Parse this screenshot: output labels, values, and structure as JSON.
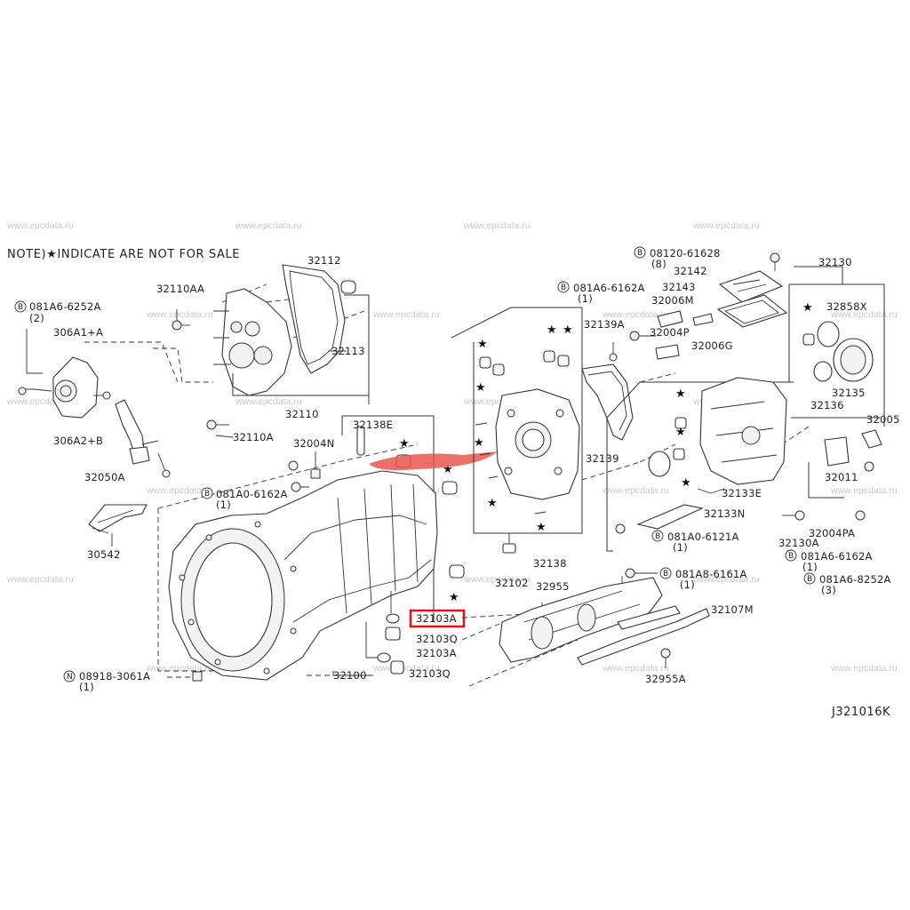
{
  "note": "NOTE)★INDICATE ARE NOT FOR SALE",
  "diagram_ref": "J321016K",
  "watermark": "www.epcdata.ru",
  "highlight_color": "#e0101e",
  "labels": {
    "l32112": "32112",
    "l32110AA": "32110AA",
    "l32113": "32113",
    "l32110": "32110",
    "l32110A": "32110A",
    "l081A6_6252A": "081A6-6252A",
    "q2": "(2)",
    "l306A1A": "306A1+A",
    "l306A2B": "306A2+B",
    "l32050A": "32050A",
    "l30542": "30542",
    "l32138E": "32138E",
    "l32004N": "32004N",
    "l081A0_6162A": "081A0-6162A",
    "q1a": "(1)",
    "l08918_3061A": "08918-3061A",
    "q1b": "(1)",
    "l32100": "32100",
    "l32103A_hl": "32103A",
    "l32103Q_1": "32103Q",
    "l32103A_2": "32103A",
    "l32103Q_2": "32103Q",
    "l081A6_6162A_top": "081A6-6162A",
    "q1c": "(1)",
    "l32139A": "32139A",
    "l32139": "32139",
    "l32138": "32138",
    "l32102": "32102",
    "l08120_61628": "08120-61628",
    "q8": "(8)",
    "l32142": "32142",
    "l32143": "32143",
    "l32006M": "32006M",
    "l32004P": "32004P",
    "l32006G": "32006G",
    "l32130": "32130",
    "l32858X": "32858X",
    "l32135": "32135",
    "l32136": "32136",
    "l32005": "32005",
    "l32011": "32011",
    "l32133E": "32133E",
    "l32133N": "32133N",
    "l081A0_6121A": "081A0-6121A",
    "q1d": "(1)",
    "l32130A": "32130A",
    "l32004PA": "32004PA",
    "l081A6_6162A_r": "081A6-6162A",
    "q1e": "(1)",
    "l081A6_8252A": "081A6-8252A",
    "q3": "(3)",
    "l32955": "32955",
    "l081A8_6161A": "081A8-6161A",
    "q1f": "(1)",
    "l32107M": "32107M",
    "l32955A": "32955A"
  },
  "prefixes": {
    "B": "B",
    "N": "N"
  },
  "star": "★"
}
